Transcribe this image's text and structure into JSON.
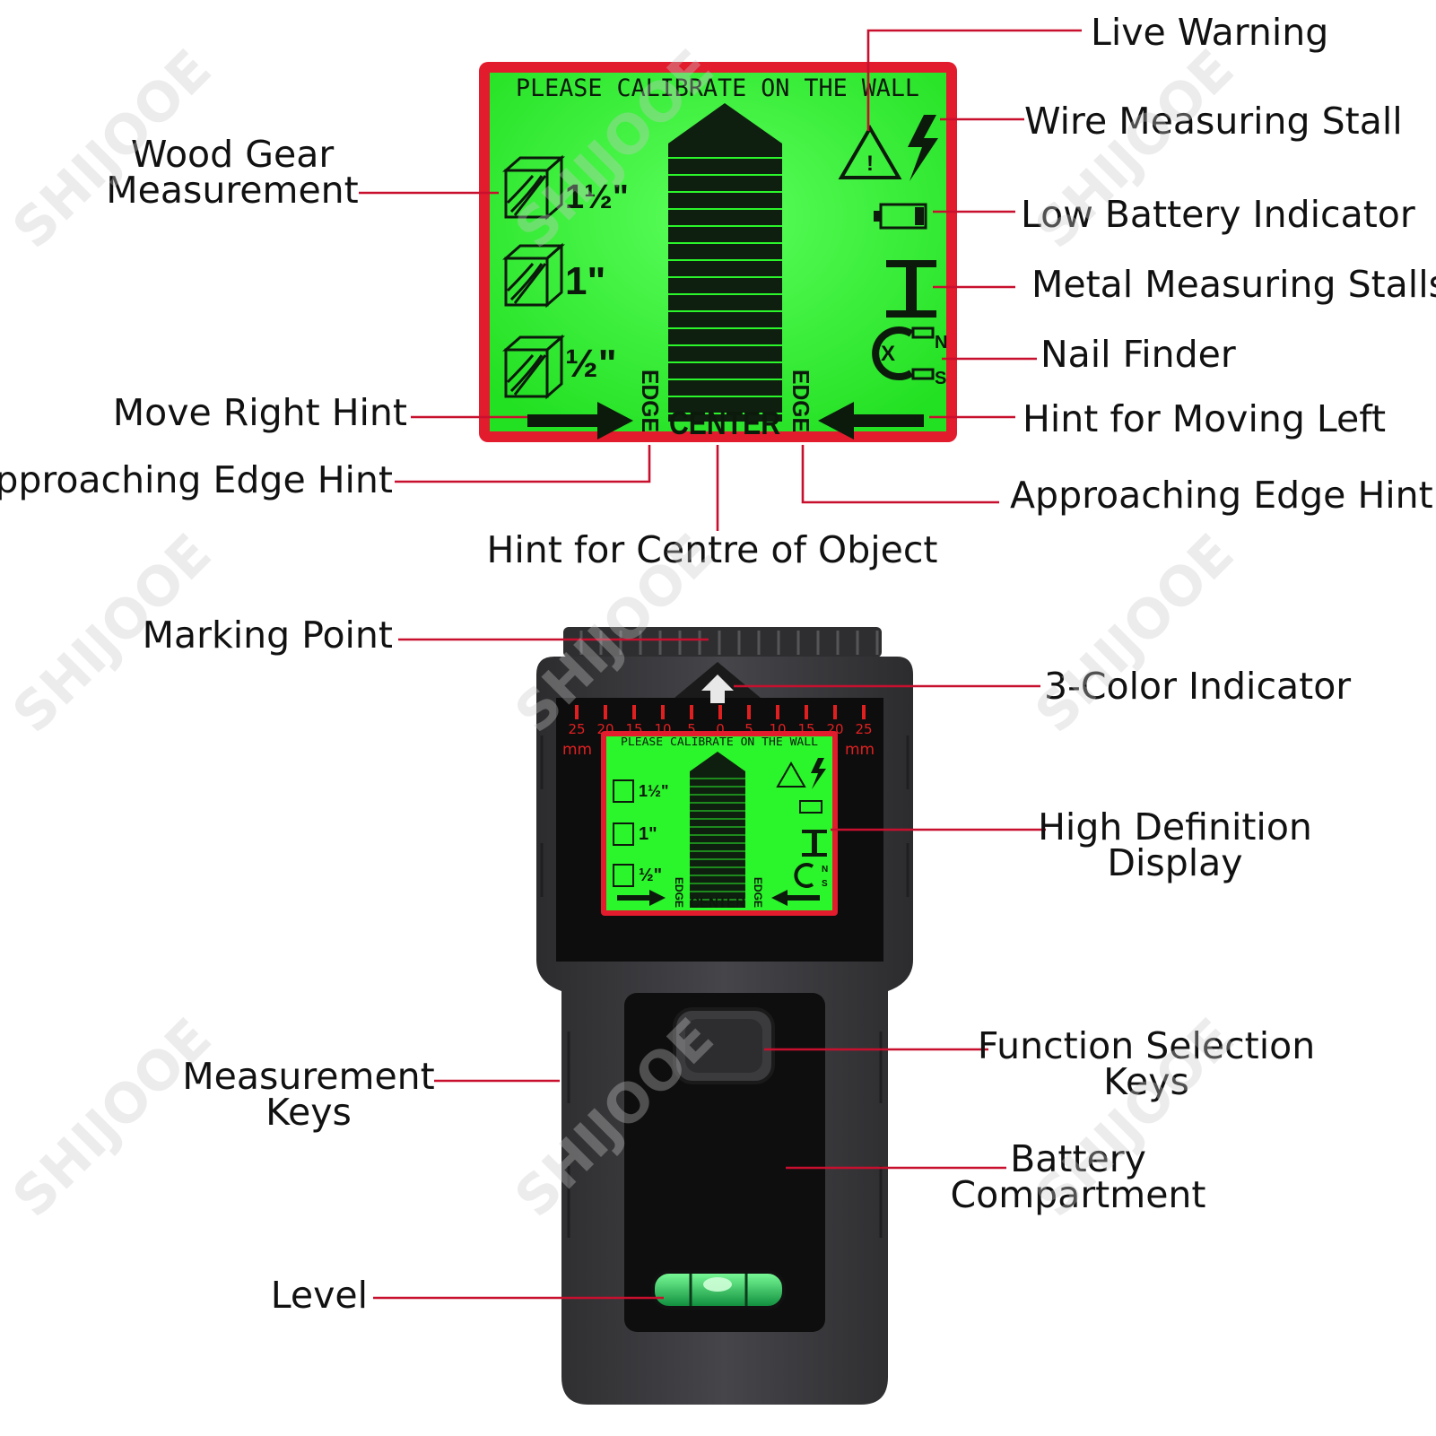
{
  "colors": {
    "lcd_green": "#2bf52b",
    "lcd_frame_red": "#e21b2d",
    "leader_red": "#c8102e",
    "device_body": "#3a3a3c",
    "text": "#111111"
  },
  "lcd": {
    "banner": "PLEASE CALIBRATE ON THE WALL",
    "edge": "EDGE",
    "center": "CENTER",
    "wood_sizes": [
      "1½\"",
      "1\"",
      "½\""
    ],
    "nail_poles": [
      "N",
      "S"
    ]
  },
  "scale": {
    "ticks": [
      "25",
      "20",
      "15",
      "10",
      "5",
      "0",
      "5",
      "10",
      "15",
      "20",
      "25"
    ],
    "unit": "mm"
  },
  "callouts": {
    "live_warning": "Live Warning",
    "wire_measuring_stall": "Wire Measuring Stall",
    "low_battery_indicator": "Low Battery Indicator",
    "metal_measuring_stalls": "Metal Measuring Stalls",
    "nail_finder": "Nail Finder",
    "hint_moving_left": "Hint for Moving Left",
    "approaching_edge_right": "Approaching Edge Hint",
    "wood_gear_measurement": [
      "Wood Gear",
      "Measurement"
    ],
    "move_right_hint": "Move Right Hint",
    "approaching_edge_left": "Approaching Edge Hint",
    "hint_centre_object": "Hint for Centre of Object",
    "marking_point": "Marking Point",
    "three_color_indicator": "3-Color Indicator",
    "high_definition_display": [
      "High Definition",
      "Display"
    ],
    "measurement_keys": [
      "Measurement",
      "Keys"
    ],
    "function_selection_keys": [
      "Function Selection",
      "Keys"
    ],
    "battery_compartment": [
      "Battery",
      "Compartment"
    ],
    "level": "Level"
  },
  "watermark": "SHIJOOE"
}
